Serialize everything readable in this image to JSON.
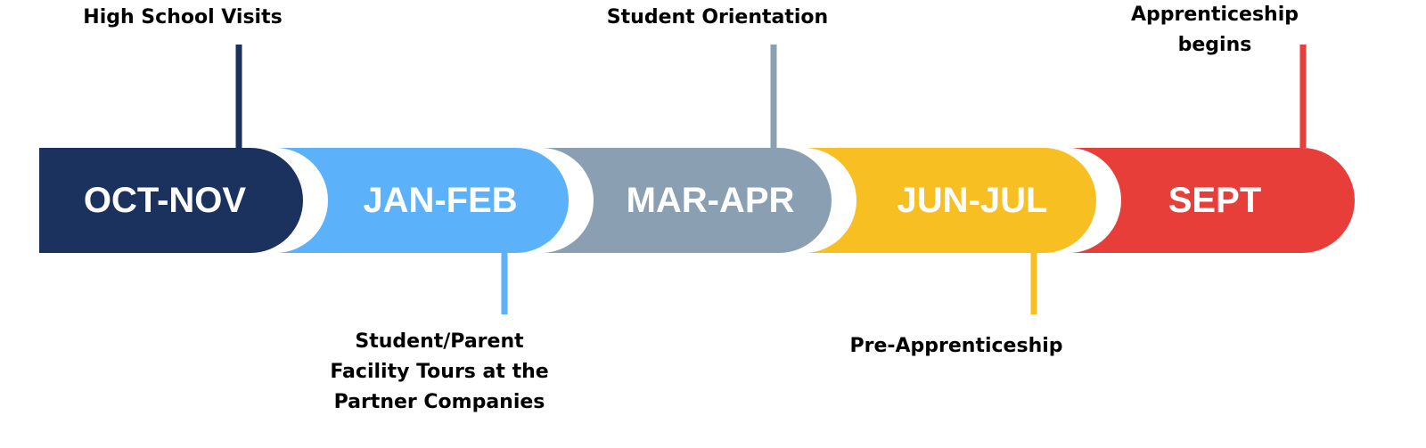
{
  "timeline": {
    "phases": [
      {
        "label": "OCT-NOV",
        "color": "#1c325e",
        "milestone": "High School Visits",
        "side": "top"
      },
      {
        "label": "JAN-FEB",
        "color": "#5cb1fb",
        "milestone": "Student/Parent\nFacility Tours at the\nPartner Companies",
        "side": "bottom"
      },
      {
        "label": "MAR-APR",
        "color": "#8aa0b2",
        "milestone": "Student Orientation",
        "side": "top"
      },
      {
        "label": "JUN-JUL",
        "color": "#f8bf22",
        "milestone": "Pre-Apprenticeship",
        "side": "bottom"
      },
      {
        "label": "SEPT",
        "color": "#e83e3a",
        "milestone": "Apprenticeship\nbegins",
        "side": "top"
      }
    ]
  }
}
